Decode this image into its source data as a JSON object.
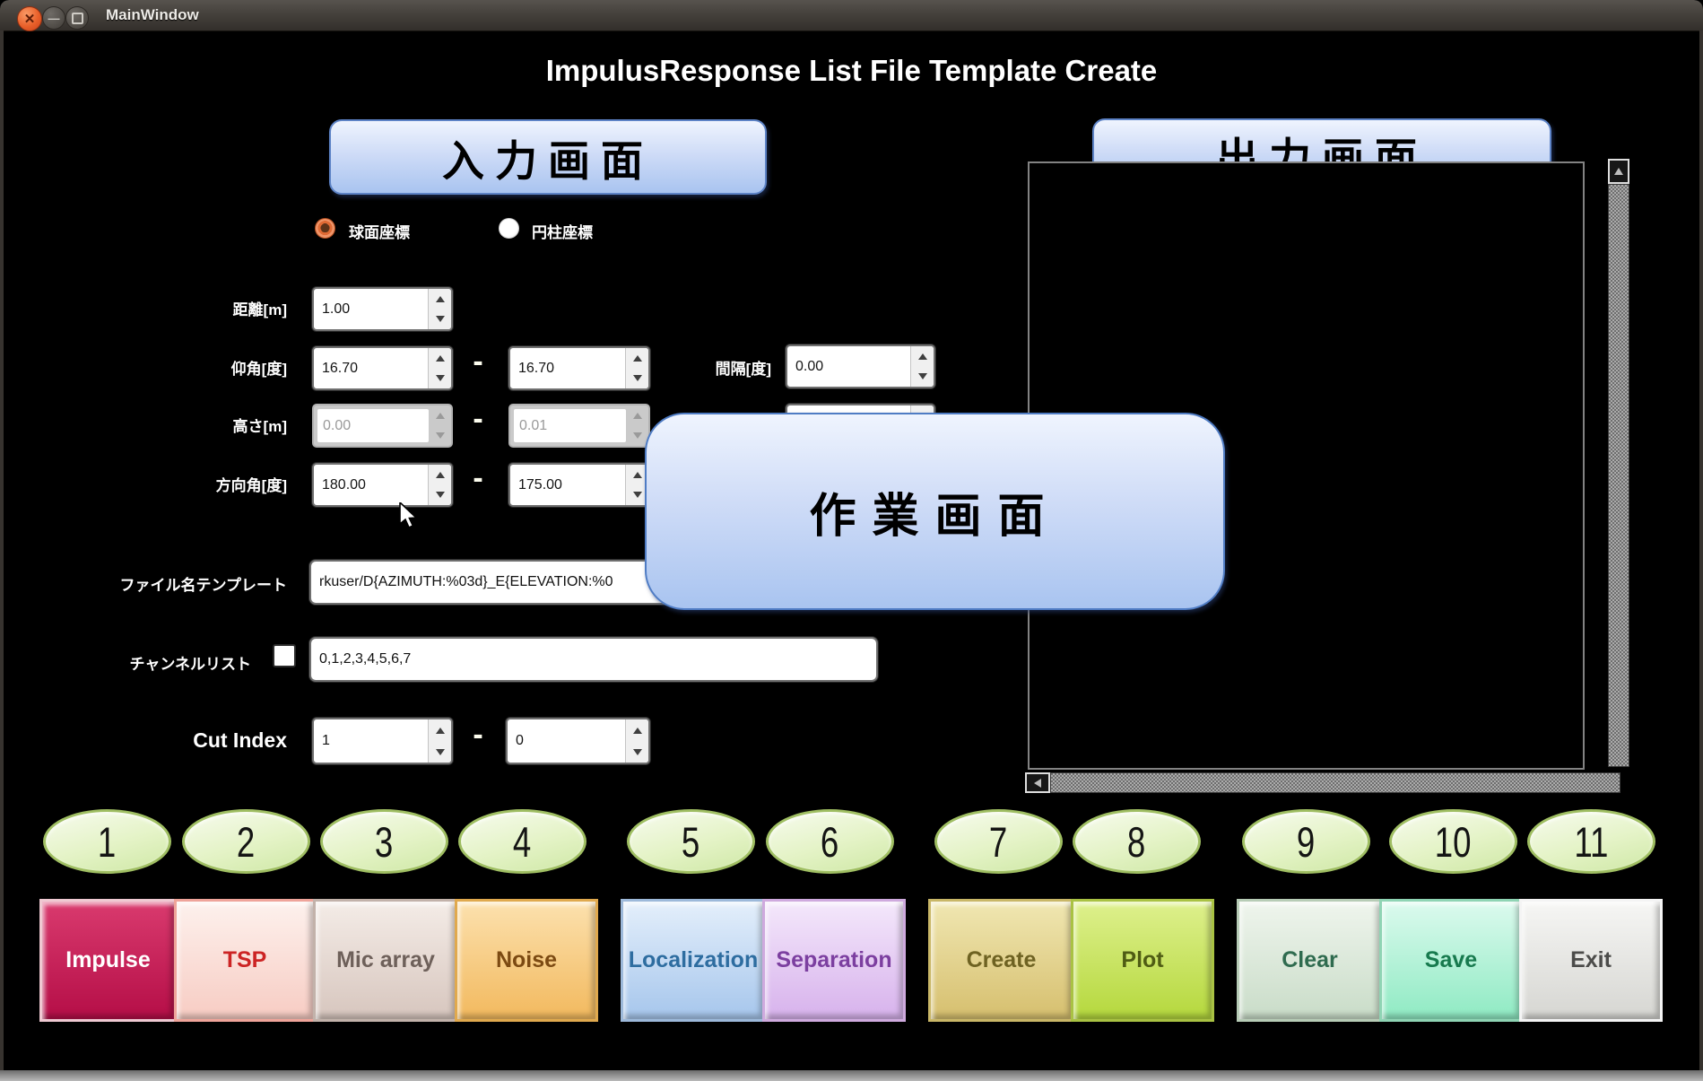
{
  "window": {
    "title": "MainWindow",
    "close_glyph": "✕",
    "minimize_glyph": "—"
  },
  "heading": "ImpulusResponse List File Template Create",
  "panels": {
    "input_label": "入力画面",
    "output_label": "出力画面",
    "work_label": "作業画面"
  },
  "coordinate_mode": {
    "spherical_label": "球面座標",
    "cylindrical_label": "円柱座標",
    "selected": "球面座標"
  },
  "form": {
    "range_separator": "-",
    "distance": {
      "label": "距離[m]",
      "value": "1.00"
    },
    "elevation": {
      "label": "仰角[度]",
      "from": "16.70",
      "to": "16.70"
    },
    "interval": {
      "label": "間隔[度]",
      "value": "0.00"
    },
    "height": {
      "label": "高さ[m]",
      "from": "0.00",
      "to": "0.01",
      "disabled": true
    },
    "azimuth": {
      "label": "方向角[度]",
      "from": "180.00",
      "to": "175.00"
    },
    "file_template": {
      "label": "ファイル名テンプレート",
      "value": "rkuser/D{AZIMUTH:%03d}_E{ELEVATION:%0"
    },
    "channel_list": {
      "label": "チャンネルリスト",
      "value": "0,1,2,3,4,5,6,7",
      "checked": false
    },
    "cut_index": {
      "label": "Cut Index",
      "from": "1",
      "to": "0"
    }
  },
  "steps": [
    "1",
    "2",
    "3",
    "4",
    "5",
    "6",
    "7",
    "8",
    "9",
    "10",
    "11"
  ],
  "buttons": [
    {
      "label": "Impulse",
      "bg_top": "#d93a6e",
      "bg_bottom": "#b50e47",
      "text": "#ffffff",
      "frame": "#efc9d2"
    },
    {
      "label": "TSP",
      "bg_top": "#fdf1ed",
      "bg_bottom": "#f7ccc3",
      "text": "#cc2424",
      "frame": "#efa49a"
    },
    {
      "label": "Mic array",
      "bg_top": "#f4ece7",
      "bg_bottom": "#d7c6be",
      "text": "#6e605a",
      "frame": "#c2b2aa"
    },
    {
      "label": "Noise",
      "bg_top": "#fce1ae",
      "bg_bottom": "#f2b95e",
      "text": "#7c4a12",
      "frame": "#e0a94e"
    },
    {
      "label": "Localization",
      "bg_top": "#e4effb",
      "bg_bottom": "#a6c6ec",
      "text": "#2e6da0",
      "frame": "#9db9da"
    },
    {
      "label": "Separation",
      "bg_top": "#f4e8fb",
      "bg_bottom": "#d7b2ec",
      "text": "#7c3fa0",
      "frame": "#cfaade"
    },
    {
      "label": "Create",
      "bg_top": "#f0e7b2",
      "bg_bottom": "#d6bf6e",
      "text": "#6e6222",
      "frame": "#c9b767"
    },
    {
      "label": "Plot",
      "bg_top": "#def08d",
      "bg_bottom": "#b5d83d",
      "text": "#4f5c14",
      "frame": "#a9c243"
    },
    {
      "label": "Clear",
      "bg_top": "#eff5ed",
      "bg_bottom": "#c9dcc8",
      "text": "#2f6b4f",
      "frame": "#b7ccb6"
    },
    {
      "label": "Save",
      "bg_top": "#dcfaee",
      "bg_bottom": "#8feac3",
      "text": "#177a4e",
      "frame": "#8fd4b4"
    },
    {
      "label": "Exit",
      "bg_top": "#f6f6f4",
      "bg_bottom": "#d6d6d2",
      "text": "#4c4c4a",
      "frame": "#f4f4f4"
    }
  ],
  "colors": {
    "background": "#000000",
    "titlebar": "#45413c",
    "close_button": "#e4592d",
    "panel_blue_top": "#eff4fe",
    "panel_blue_bottom": "#a9c4f0",
    "panel_blue_border": "#5d83c6",
    "step_fill": "#e4f3c6",
    "step_border": "#9fbe62",
    "radio_selected": "#e06a34"
  }
}
